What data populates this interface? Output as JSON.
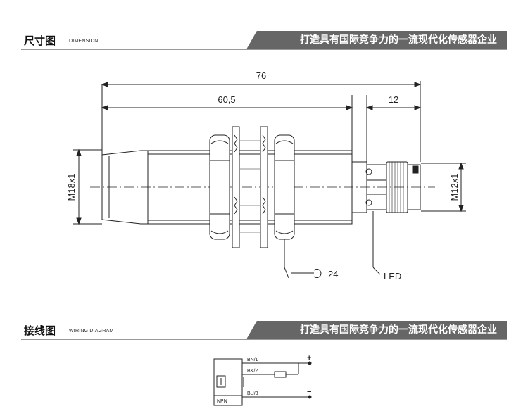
{
  "dimension_section": {
    "title": "尺寸图",
    "subtitle": "DIMENSION",
    "banner": "打造具有国际竞争力的一流现代化传感器企业"
  },
  "wiring_section": {
    "title": "接线图",
    "subtitle": "WIRING DIAGRAM",
    "banner": "打造具有国际竞争力的一流现代化传感器企业"
  },
  "drawing": {
    "overall_length": "76",
    "body_length": "60,5",
    "connector_length": "12",
    "thread_label": "M18x1",
    "connector_thread_label": "M12x1",
    "wrench_size": "24",
    "led_label": "LED"
  },
  "wiring": {
    "wire_bn": "BN/1",
    "wire_bk": "BK/2",
    "wire_bu": "BU/3",
    "plus_sign": "+",
    "minus_sign": "−",
    "type_label": "NPN"
  },
  "colors": {
    "banner_bg": "#666666",
    "line": "#222222"
  }
}
